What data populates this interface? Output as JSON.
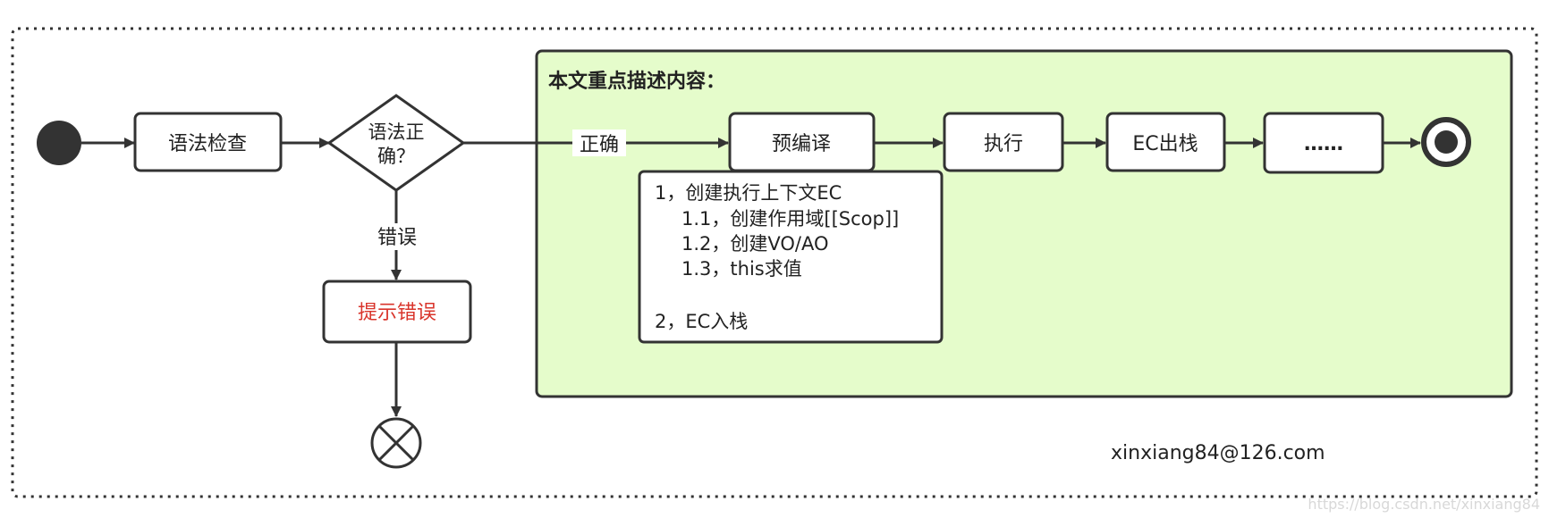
{
  "panel": {
    "title": "本文重点描述内容：",
    "fill": "#e5fccb"
  },
  "nodes": {
    "syntax_check": "语法检查",
    "decision_line1": "语法正",
    "decision_line2": "确？",
    "precompile": "预编译",
    "execute": "执行",
    "ec_pop": "EC出栈",
    "more": "……",
    "prompt_error": "提示错误"
  },
  "edges": {
    "correct": "正确",
    "error": "错误"
  },
  "note": {
    "lines": [
      "1，创建执行上下文EC",
      "1.1，创建作用域[[Scop]]",
      "1.2，创建VO/AO",
      "1.3，this求值",
      "2，EC入栈"
    ]
  },
  "email": "xinxiang84@126.com",
  "watermark": "https://blog.csdn.net/xinxiang84",
  "colors": {
    "stroke": "#333333",
    "error_text": "#d9342b",
    "node_fill": "#ffffff"
  }
}
